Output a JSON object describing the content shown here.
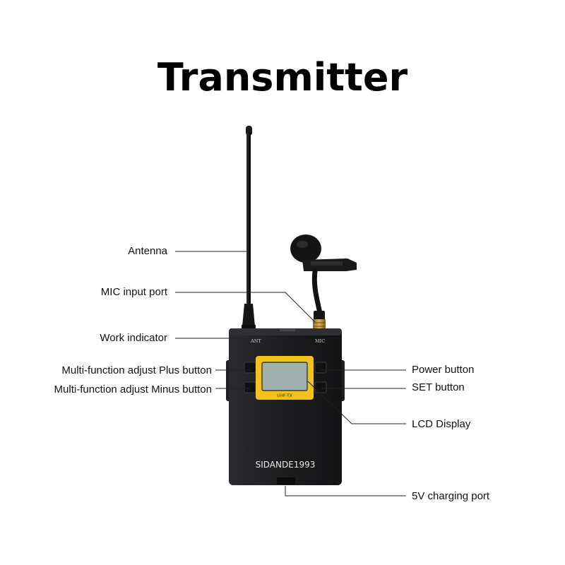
{
  "title": "Transmitter",
  "device": {
    "brand": "SIDANDE1993",
    "ant_label": "ANT",
    "mic_label": "MIC",
    "lcd_label": "UHF-TX",
    "body_color": "#1c1d1f",
    "lcd_frame_color": "#f2c21b",
    "lcd_screen_color": "#9fb0ad"
  },
  "callouts": {
    "antenna": "Antenna",
    "mic_input_port": "MIC input port",
    "work_indicator": "Work indicator",
    "plus_button": "Multi-function adjust Plus button",
    "minus_button": "Multi-function adjust Minus button",
    "power_button": "Power button",
    "set_button": "SET button",
    "lcd_display": "LCD Display",
    "charging_port": "5V charging port"
  }
}
